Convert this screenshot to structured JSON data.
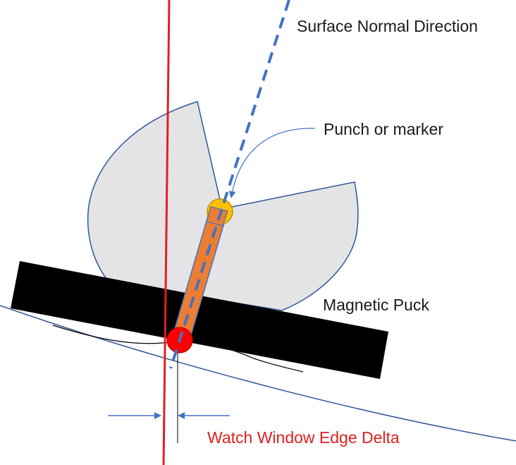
{
  "labels": {
    "surface_normal": "Surface Normal Direction",
    "punch": "Punch or marker",
    "puck": "Magnetic Puck",
    "delta": "Watch Window Edge Delta"
  },
  "colors": {
    "red_line": "#e02020",
    "dashed_normal": "#4472c4",
    "surface_curve": "#2f5597",
    "sector_fill": "#e4e4e6",
    "sector_stroke": "#2f5597",
    "puck": "#000000",
    "rod_fill": "#ed7d31",
    "rod_stroke": "#4472c4",
    "punch_tip": "#ffc000",
    "contact_point": "#ff0000",
    "delta_arrow": "#4472c4",
    "text": "#1a1a1a",
    "delta_text": "#e02020"
  }
}
